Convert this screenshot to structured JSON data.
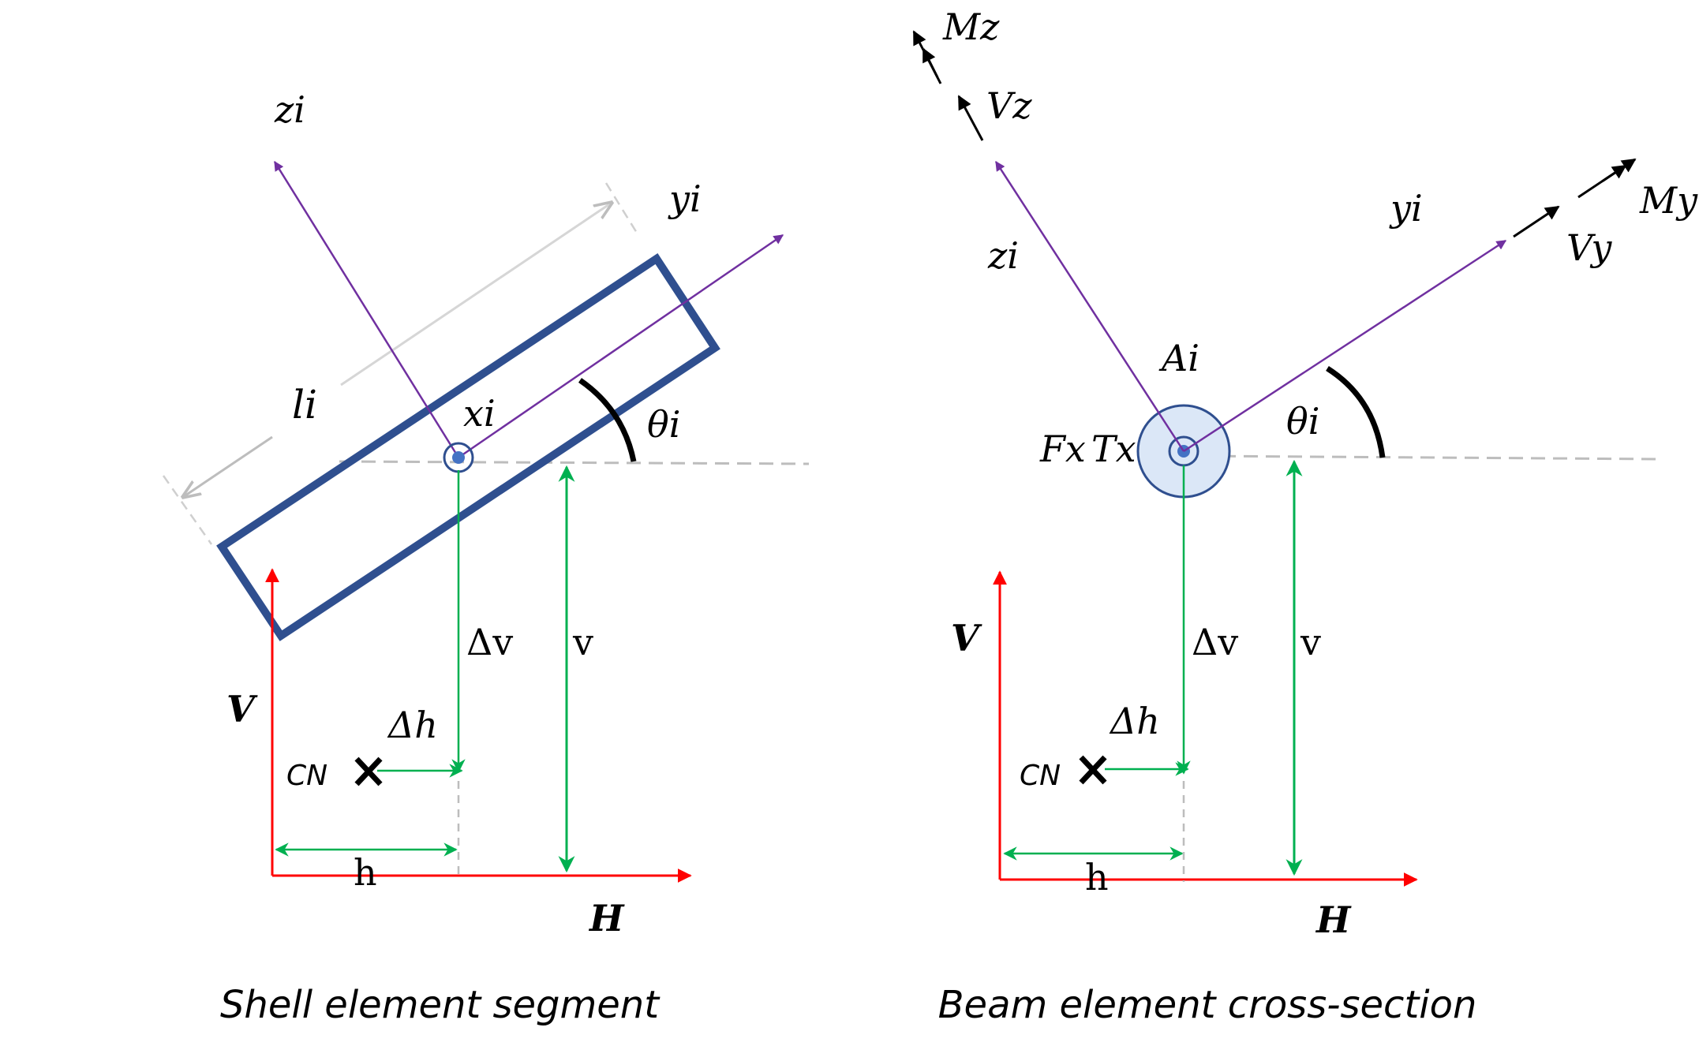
{
  "panels": {
    "shell": {
      "caption": "Shell element segment",
      "labels": {
        "z_axis": "zi",
        "y_axis": "yi",
        "x_axis": "xi",
        "length": "li",
        "angle": "θi",
        "dv": "Δv",
        "v": "v",
        "dh": "Δh",
        "h": "h",
        "V": "V",
        "H": "H",
        "cn": "CN"
      }
    },
    "beam": {
      "caption": "Beam element cross-section",
      "labels": {
        "z_axis": "zi",
        "y_axis": "yi",
        "area": "Ai",
        "fx": "Fx",
        "tx": "Tx",
        "angle": "θi",
        "mz": "Mz",
        "vz": "Vz",
        "my": "My",
        "vy": "Vy",
        "dv": "Δv",
        "v": "v",
        "dh": "Δh",
        "h": "h",
        "V": "V",
        "H": "H",
        "cn": "CN"
      }
    }
  },
  "colors": {
    "axis_local": "#7030a0",
    "axis_global": "#ff0000",
    "dimension": "#00b050",
    "shell_outline": "#2f4f8f",
    "guide": "#bdbdbd",
    "ink": "#000000"
  }
}
